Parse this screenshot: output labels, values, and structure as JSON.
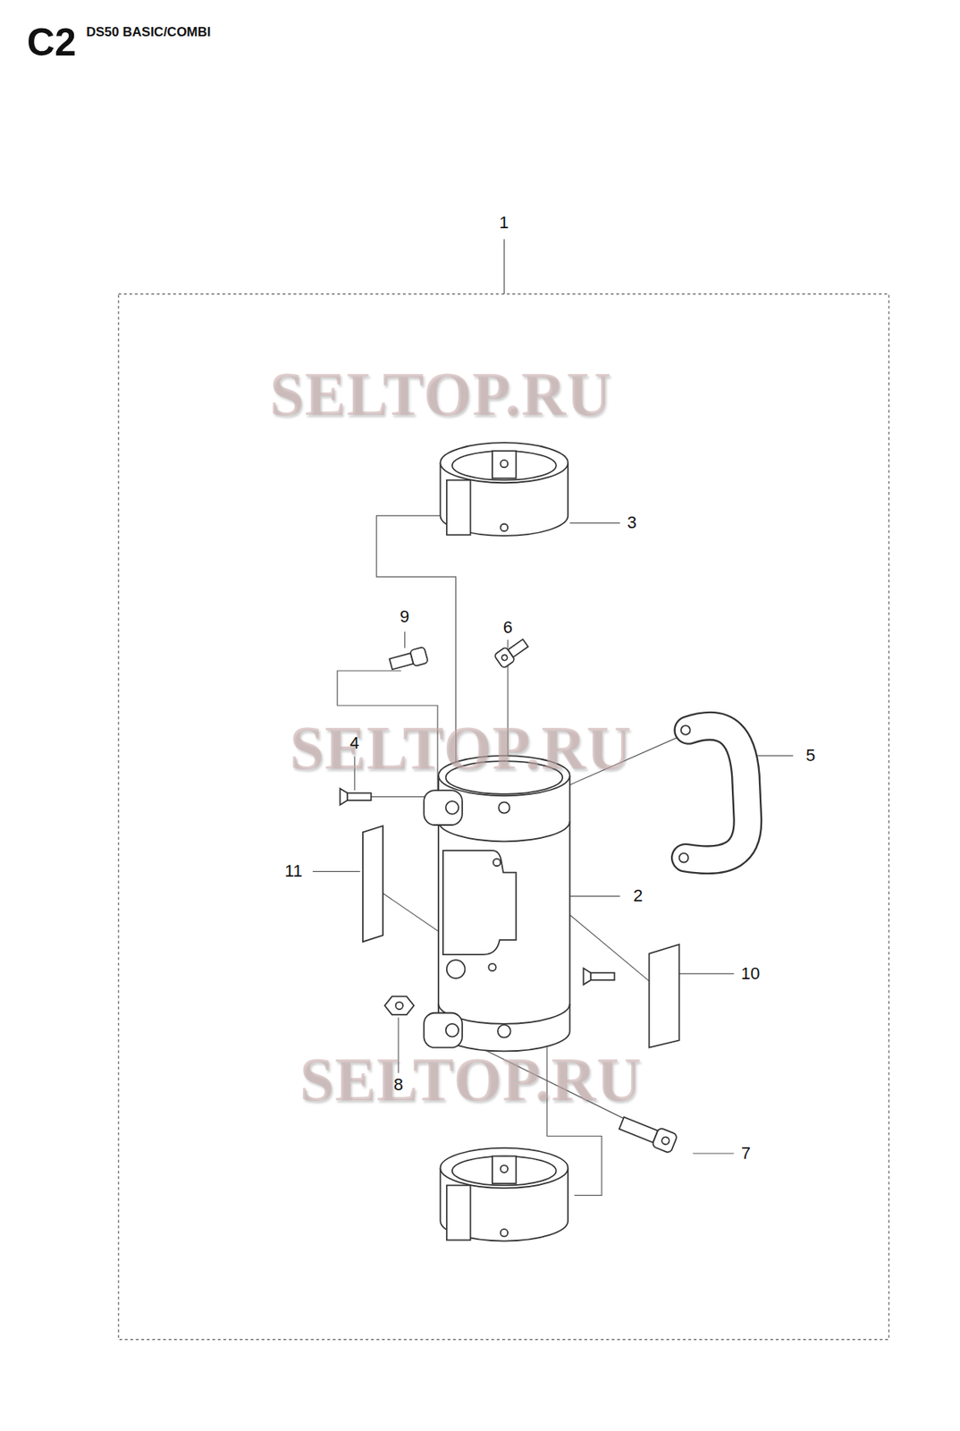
{
  "diagram": {
    "title": "C2",
    "labels": [
      "DS50 BASIC/COMBI",
      "1",
      "SELTOP.RU",
      "3",
      "9",
      "6",
      "SELTOP.RU",
      "4",
      "5",
      "11",
      "2",
      "10",
      "8",
      "SELTOP.RU",
      "7"
    ]
  }
}
